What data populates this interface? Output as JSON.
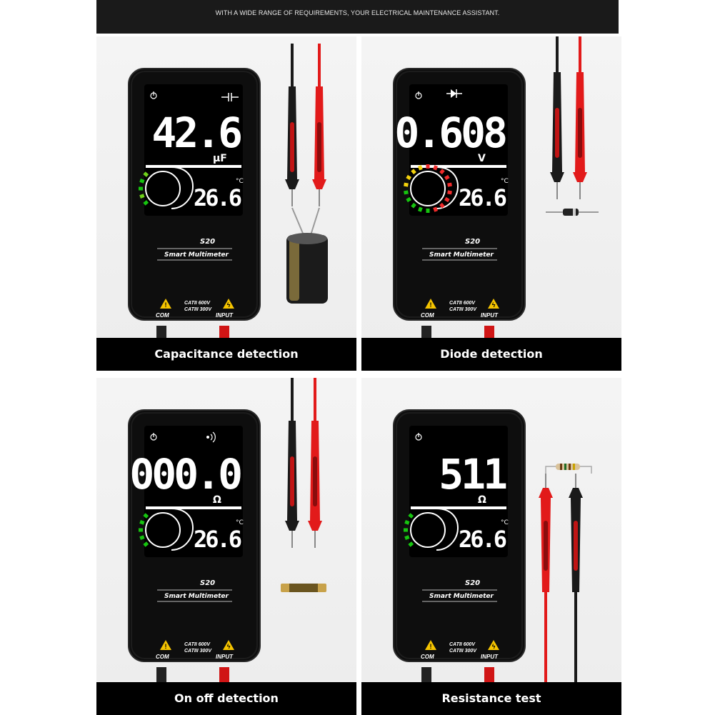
{
  "header": {
    "text": "WITH A WIDE RANGE OF REQUIREMENTS, YOUR ELECTRICAL MAINTENANCE ASSISTANT."
  },
  "panels": [
    {
      "caption": "Capacitance detection",
      "reading": "42.6",
      "unit": "µF",
      "mode_icon": "capacitor-symbol",
      "temp": "26.6",
      "temp_unit": "°C",
      "model": "S20",
      "brand": "Smart Multimeter",
      "cat1": "CATII 600V",
      "cat2": "CATIII 300V",
      "com": "COM",
      "input": "INPUT",
      "gauge_colors": [
        "#16c40f",
        "#6fd11a",
        "#16c40f"
      ],
      "subject": "capacitor"
    },
    {
      "caption": "Diode detection",
      "reading": "0.608",
      "unit": "V",
      "mode_icon": "diode-symbol",
      "temp": "26.6",
      "temp_unit": "°C",
      "model": "S20",
      "brand": "Smart Multimeter",
      "cat1": "CATII 600V",
      "cat2": "CATIII 300V",
      "com": "COM",
      "input": "INPUT",
      "gauge_colors": [
        "#16c40f",
        "#f4d20c",
        "#ef2b2b"
      ],
      "subject": "diode"
    },
    {
      "caption": "On off detection",
      "reading": "000.0",
      "unit": "Ω",
      "mode_icon": "continuity-sound-icon",
      "temp": "26.6",
      "temp_unit": "°C",
      "model": "S20",
      "brand": "Smart Multimeter",
      "cat1": "CATII 600V",
      "cat2": "CATIII 300V",
      "com": "COM",
      "input": "INPUT",
      "gauge_colors": [
        "#16c40f"
      ],
      "subject": "fuse"
    },
    {
      "caption": "Resistance test",
      "reading": "511",
      "unit": "Ω",
      "mode_icon": "none",
      "temp": "26.6",
      "temp_unit": "°C",
      "model": "S20",
      "brand": "Smart Multimeter",
      "cat1": "CATII 600V",
      "cat2": "CATIII 300V",
      "com": "COM",
      "input": "INPUT",
      "gauge_colors": [
        "#16c40f"
      ],
      "subject": "resistor"
    }
  ],
  "colors": {
    "device_body": "#111111",
    "lead_red": "#e21a1a",
    "lead_black": "#1a1a1a",
    "warning": "#f5c400"
  }
}
